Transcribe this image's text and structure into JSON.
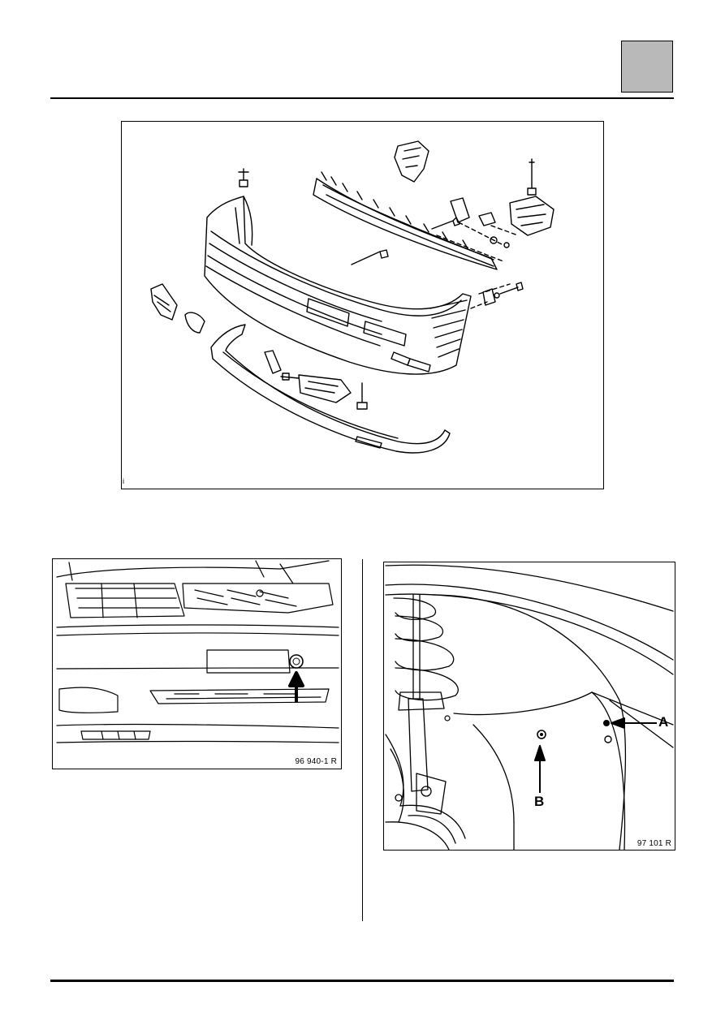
{
  "figures": {
    "main": {
      "marker": "i"
    },
    "left": {
      "ref": "96 940-1 R"
    },
    "right": {
      "ref": "97 101 R",
      "callout_a": "A",
      "callout_b": "B"
    }
  },
  "colors": {
    "ink": "#000000",
    "section_tab": "#b9b9b9",
    "paper": "#ffffff"
  }
}
